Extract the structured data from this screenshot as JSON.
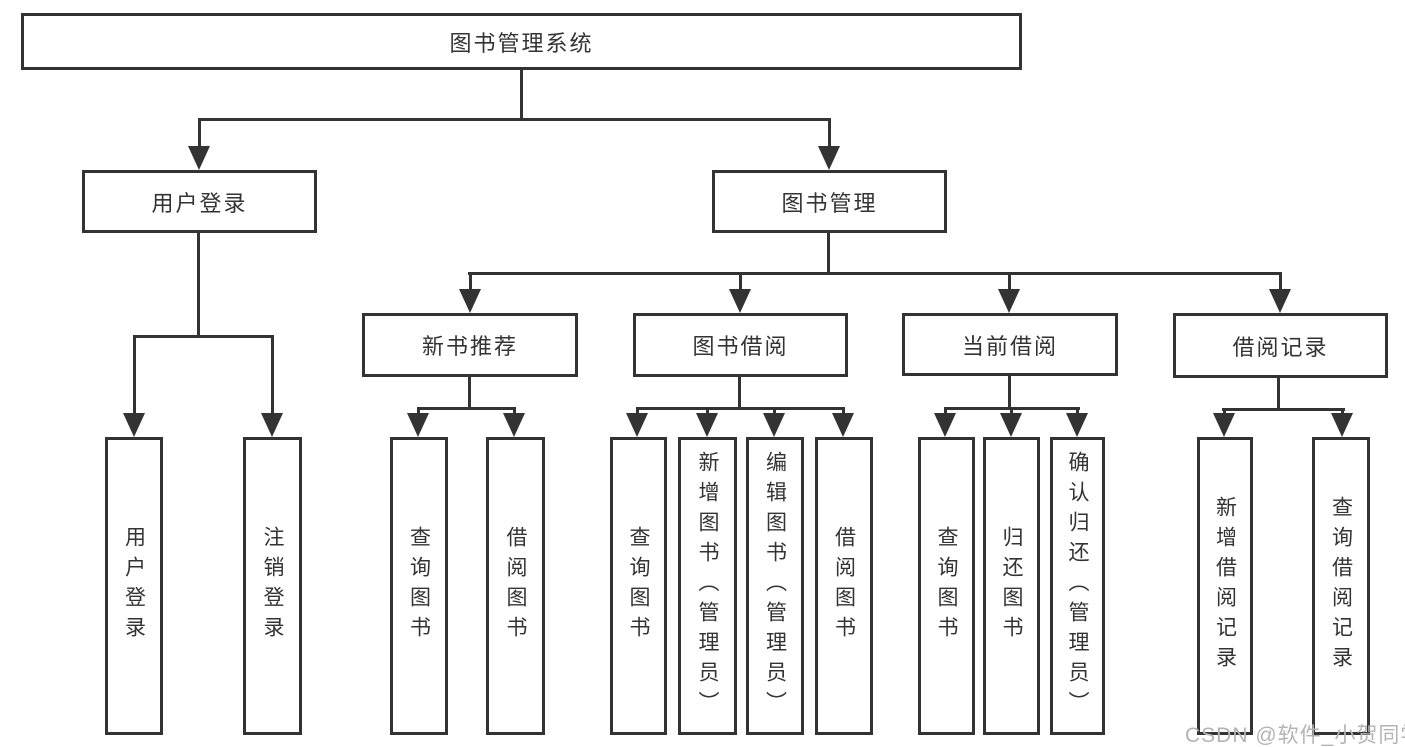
{
  "diagram": {
    "title": "图书管理系统",
    "root": {
      "label": "图书管理系统"
    },
    "level2": [
      {
        "id": "user-login",
        "label": "用户登录"
      },
      {
        "id": "book-management",
        "label": "图书管理"
      }
    ],
    "level3": [
      {
        "id": "new-book-recommend",
        "label": "新书推荐",
        "parent": "图书管理"
      },
      {
        "id": "book-borrowing",
        "label": "图书借阅",
        "parent": "图书管理"
      },
      {
        "id": "current-borrowing",
        "label": "当前借阅",
        "parent": "图书管理"
      },
      {
        "id": "borrowing-records",
        "label": "借阅记录",
        "parent": "图书管理"
      }
    ],
    "level4": [
      {
        "id": "user-login-leaf",
        "label": "用户登录",
        "parent": "用户登录"
      },
      {
        "id": "logout",
        "label": "注销登录",
        "parent": "用户登录"
      },
      {
        "id": "nb-query-book",
        "label": "查询图书",
        "parent": "新书推荐"
      },
      {
        "id": "nb-borrow-book",
        "label": "借阅图书",
        "parent": "新书推荐"
      },
      {
        "id": "bb-query-book",
        "label": "查询图书",
        "parent": "图书借阅"
      },
      {
        "id": "bb-add-book-admin",
        "label": "新增图书（管理员）",
        "parent": "图书借阅"
      },
      {
        "id": "bb-edit-book-admin",
        "label": "编辑图书（管理员）",
        "parent": "图书借阅"
      },
      {
        "id": "bb-borrow-book",
        "label": "借阅图书",
        "parent": "图书借阅"
      },
      {
        "id": "cb-query-book",
        "label": "查询图书",
        "parent": "当前借阅"
      },
      {
        "id": "cb-return-book",
        "label": "归还图书",
        "parent": "当前借阅"
      },
      {
        "id": "cb-confirm-return-admin",
        "label": "确认归还（管理员）",
        "parent": "当前借阅"
      },
      {
        "id": "br-add-record",
        "label": "新增借阅记录",
        "parent": "借阅记录"
      },
      {
        "id": "br-query-record",
        "label": "查询借阅记录",
        "parent": "借阅记录"
      }
    ],
    "colors": {
      "line": "#333333",
      "text": "#333333",
      "background": "#ffffff",
      "watermark_text": "#b4b4b4"
    }
  },
  "watermark": {
    "text": "CSDN @软件_小贺同学"
  }
}
